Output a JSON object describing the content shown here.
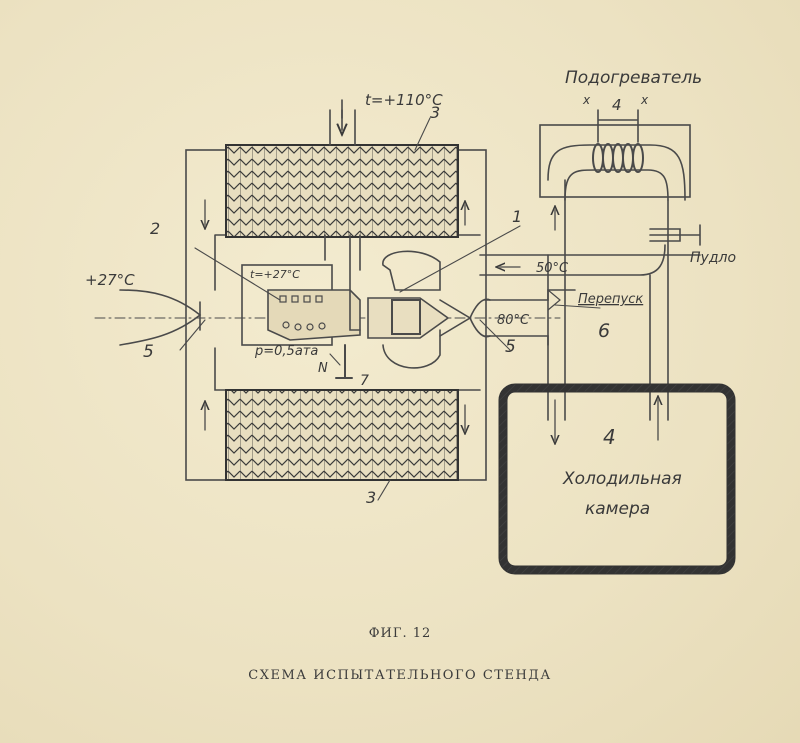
{
  "labels": {
    "heater": "Подогреватель",
    "heater_num": "4",
    "heater_x1": "x",
    "heater_x2": "x",
    "temp_top": "t=+110°C",
    "num_3_top": "3",
    "num_3_bottom": "3",
    "num_1": "1",
    "num_2": "2",
    "temp_inlet": "+27°C",
    "temp_inner": "t=+27°C",
    "pressure": "p=0,5ата",
    "num_N": "N",
    "num_7": "7",
    "num_5_left": "5",
    "num_5_right": "5",
    "temp_50": "50°C",
    "temp_80": "80°C",
    "bypass": "Перепуск",
    "num_6": "6",
    "pudlo": "Пудло",
    "cold_num": "4",
    "cold_line1": "Холодильная",
    "cold_line2": "камера"
  },
  "caption": {
    "figure": "ФИГ. 12",
    "title": "СХЕМА ИСПЫТАТЕЛЬНОГО СТЕНДА"
  }
}
